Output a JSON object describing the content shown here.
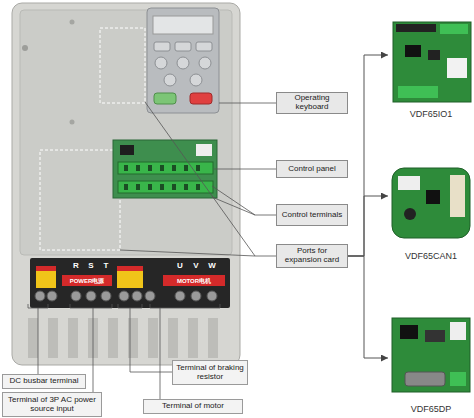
{
  "diagram": {
    "nodes": [
      {
        "text": [
          "Operating keyboard"
        ]
      },
      {
        "text": [
          "Control panel"
        ]
      },
      {
        "text": [
          "Control terminals"
        ]
      },
      {
        "text": [
          "Ports for expansion card"
        ]
      },
      {
        "text": [
          "VDF65IO1"
        ]
      },
      {
        "text": [
          "VDF65CAN1"
        ]
      },
      {
        "text": [
          "VDF65DP"
        ]
      },
      {
        "text": [
          "DC busbar terminal"
        ]
      },
      {
        "text": [
          "Terminal of braking resistor"
        ]
      },
      {
        "text": [
          "Terminal of 3P AC power source input"
        ]
      },
      {
        "text": [
          "Terminal of motor"
        ]
      }
    ],
    "edges": [
      {
        "from": 3,
        "to": 4,
        "arrow": "to"
      },
      {
        "from": 3,
        "to": 5,
        "arrow": "to"
      },
      {
        "from": 3,
        "to": 6,
        "arrow": "to"
      }
    ],
    "labels": [
      "R",
      "S",
      "T",
      "POWER电源",
      "U",
      "V",
      "W",
      "MOTOR电机"
    ]
  }
}
